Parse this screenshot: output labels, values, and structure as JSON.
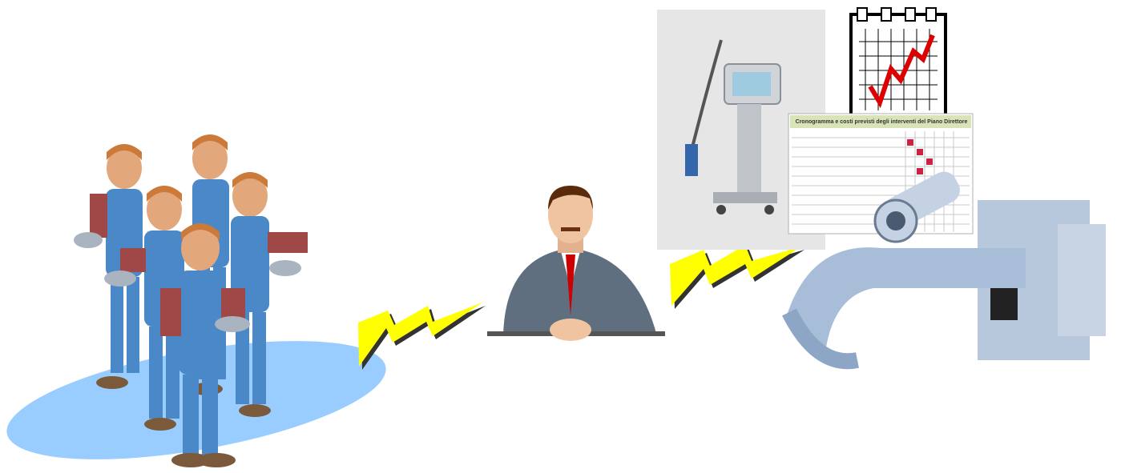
{
  "diagram": {
    "nodes": [
      {
        "id": "workers",
        "icon": "maintenance-workers-group-icon"
      },
      {
        "id": "manager",
        "icon": "manager-icon"
      },
      {
        "id": "equipment",
        "icon": "medical-equipment-icon",
        "components": [
          "ventilator-icon",
          "growth-chart-clipboard-icon",
          "schedule-document-icon",
          "x-ray-machine-icon"
        ]
      }
    ],
    "links": [
      {
        "from": "workers",
        "to": "manager",
        "icon": "lightning-bolt-icon"
      },
      {
        "from": "manager",
        "to": "equipment",
        "icon": "lightning-bolt-icon"
      }
    ],
    "document": {
      "title": "Cronogramma e costi previsti degli interventi del Piano Direttore"
    },
    "colors": {
      "bolt": "#ffff00",
      "ellipse": "#99ccff",
      "suit": "#5f6f7f",
      "tie": "#cc0000",
      "overalls": "#4a88c8",
      "chart_line": "#dd0000",
      "equipment": "#b8c8dc"
    }
  }
}
